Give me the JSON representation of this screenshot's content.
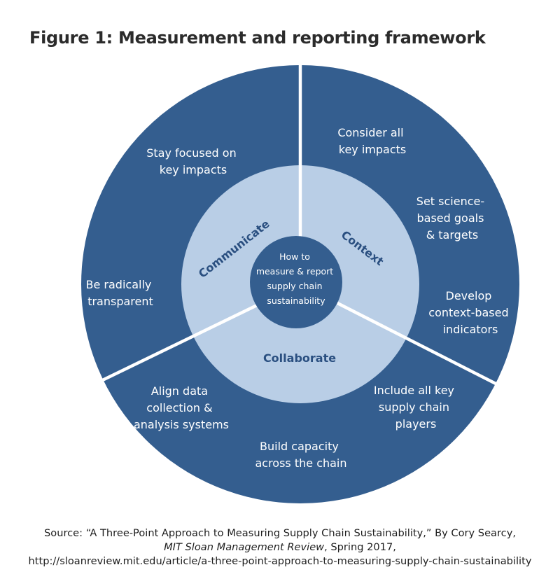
{
  "title": "Figure 1: Measurement and reporting framework",
  "colors": {
    "outer_ring": "#345e8f",
    "inner_ring": "#b9cee6",
    "center": "#345e8f",
    "divider": "#ffffff",
    "ring_label": "#2a4f80"
  },
  "center": {
    "lines": [
      "How to",
      "measure & report",
      "supply chain",
      "sustainability"
    ]
  },
  "segments": {
    "communicate": {
      "label": "Communicate",
      "items": [
        {
          "lines": [
            "Stay focused on",
            "key impacts"
          ]
        },
        {
          "lines": [
            "Be radically",
            "transparent"
          ]
        }
      ]
    },
    "context": {
      "label": "Context",
      "items": [
        {
          "lines": [
            "Consider all",
            "key impacts"
          ]
        },
        {
          "lines": [
            "Set science-",
            "based goals",
            "& targets"
          ]
        },
        {
          "lines": [
            "Develop",
            "context-based",
            "indicators"
          ]
        }
      ]
    },
    "collaborate": {
      "label": "Collaborate",
      "items": [
        {
          "lines": [
            "Include all key",
            "supply chain",
            "players"
          ]
        },
        {
          "lines": [
            "Build capacity",
            "across the chain"
          ]
        },
        {
          "lines": [
            "Align data",
            "collection &",
            "analysis systems"
          ]
        }
      ]
    }
  },
  "source": {
    "line1": "Source: “A Three-Point Approach to Measuring Supply Chain Sustainability,” By Cory Searcy,",
    "journal": "MIT Sloan Management Review",
    "line2_rest": ", Spring 2017,",
    "url": "http://sloanreview.mit.edu/article/a-three-point-approach-to-measuring-supply-chain-sustainability"
  }
}
